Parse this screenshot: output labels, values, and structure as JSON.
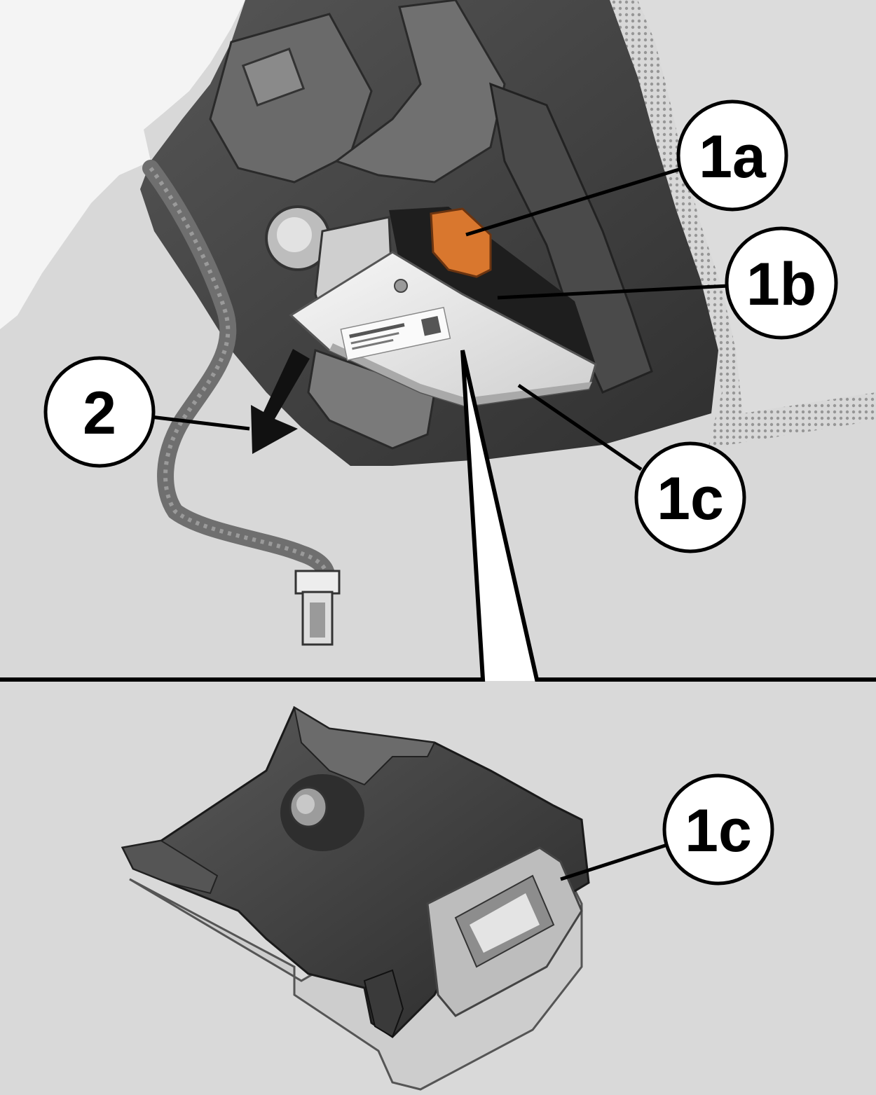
{
  "figure": {
    "colors": {
      "background_panel": "#d9d9d9",
      "headliner": "#f4f4f4",
      "windshield_dots": "#8a8a8a",
      "housing_dark": "#3c3c3c",
      "housing_mid": "#5a5a5a",
      "module_light": "#e9e9e9",
      "connector_black": "#1e1e1e",
      "locking_tab_orange": "#d9772e",
      "harness": "#6f6f6f",
      "divider": "#000000"
    },
    "callouts": {
      "c1a": {
        "label": "1a",
        "target": "locking-tab-orange"
      },
      "c1b": {
        "label": "1b",
        "target": "electrical-connector"
      },
      "c1c_top": {
        "label": "1c",
        "target": "camera-module"
      },
      "c2": {
        "label": "2",
        "target": "removal-direction-arrow"
      },
      "c1c_bottom": {
        "label": "1c",
        "target": "camera-module-detail"
      }
    },
    "arrow_icon": "direction-arrow-icon"
  }
}
